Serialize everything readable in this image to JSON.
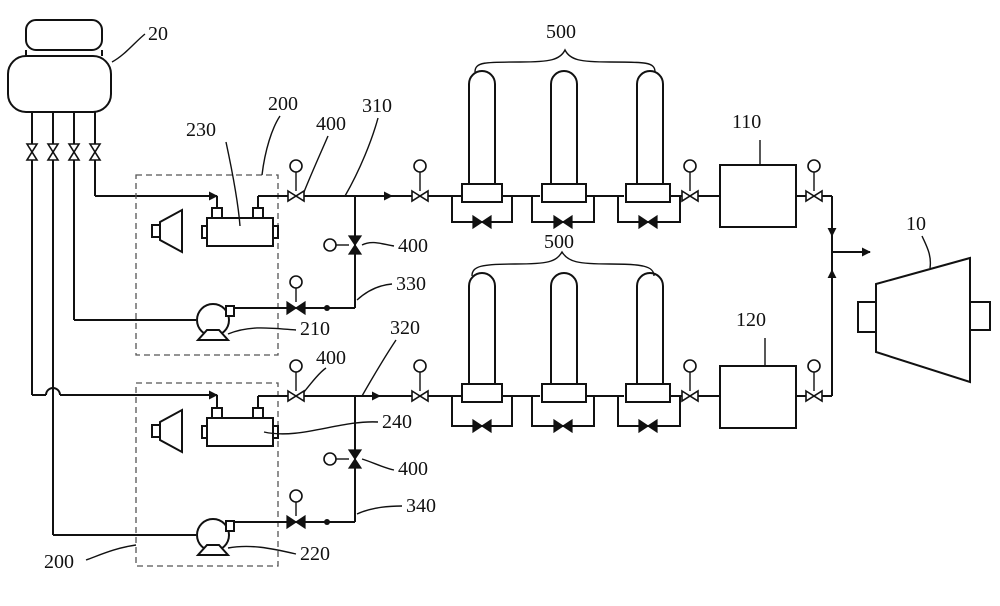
{
  "labels": {
    "tank": "20",
    "module_top": "200",
    "module_bottom": "200",
    "unit_230": "230",
    "unit_240": "240",
    "pump_210": "210",
    "pump_220": "220",
    "pipe_310": "310",
    "pipe_320": "320",
    "pipe_330": "330",
    "pipe_340": "340",
    "valve_top": "400",
    "valve_top_vertical": "400",
    "valve_bottom": "400",
    "valve_bottom_vertical": "400",
    "heaters_top": "500",
    "heaters_bottom": "500",
    "box_110": "110",
    "box_120": "120",
    "engine": "10"
  }
}
